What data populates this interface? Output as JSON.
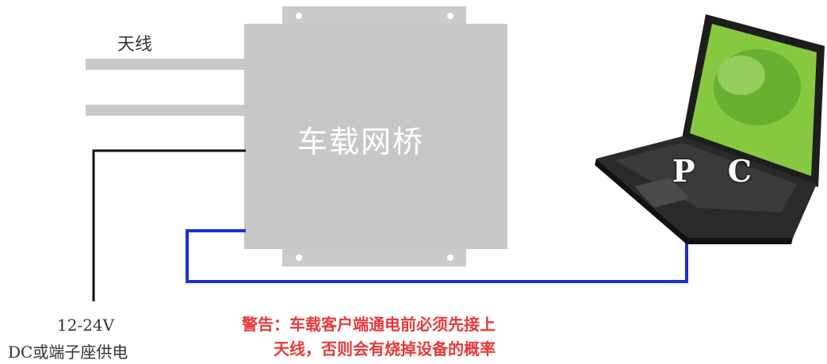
{
  "labels": {
    "antenna": "天线",
    "bridge": "车载网桥",
    "pc": "P C",
    "power_voltage": "12-24V",
    "power_desc": "DC或端子座供电"
  },
  "warning": {
    "line1": "警告：车载客户端通电前必须先接上",
    "line2": "天线，否则会有烧掉设备的概率"
  },
  "colors": {
    "device_body": "#c7c7c7",
    "antenna_bar": "#c9c9c9",
    "power_cable": "#111111",
    "network_cable": "#1b2fd4",
    "warning_text": "#e53a3a",
    "screen_green": "#86c940"
  }
}
